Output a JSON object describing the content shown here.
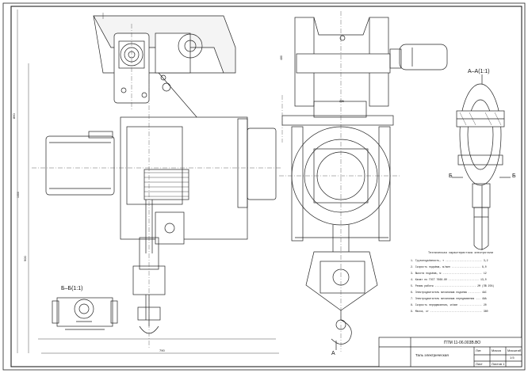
{
  "drawing": {
    "section_aa_label": "А–А(1:1)",
    "section_bb_label": "Б–Б(1:1)",
    "cut_mark_a": "А",
    "cut_mark_b_left": "Б",
    "cut_mark_b_right": "Б",
    "dim_overall_width": "790",
    "dim_overall_height": "860",
    "dim_left_height": "900",
    "dim_top_1": "480",
    "dim_top_2": "1000",
    "dim_rail": "226"
  },
  "notes": {
    "heading": "Техническая характеристика электротали",
    "lines": [
      "1. Грузоподъёмность, т ........................ 3,2",
      "2. Скорость подъёма, м/мин ................... 8,0",
      "3. Высота подъёма, м .......................... 12",
      "4. Канат по ГОСТ 7668-80 .................... 13,0",
      "5. Режим работы ........................... 2М (ПВ 25%)",
      "6. Электродвигатель механизма подъёма ........ 4АС",
      "7. Электродвигатель механизма передвижения ... 4АА",
      "8. Скорость передвижения, м/мин ............... 20",
      "9. Масса, кг .................................. 380"
    ]
  },
  "title_block": {
    "document_code": "ПТМ 11-06.003В.ВО",
    "title": "Таль электрическая",
    "col_lit": "Лит.",
    "col_mass": "Масса",
    "col_scale": "Масштаб",
    "scale_value": "1:5",
    "sheet_label": "Лист",
    "sheets_label": "Листов 1"
  }
}
